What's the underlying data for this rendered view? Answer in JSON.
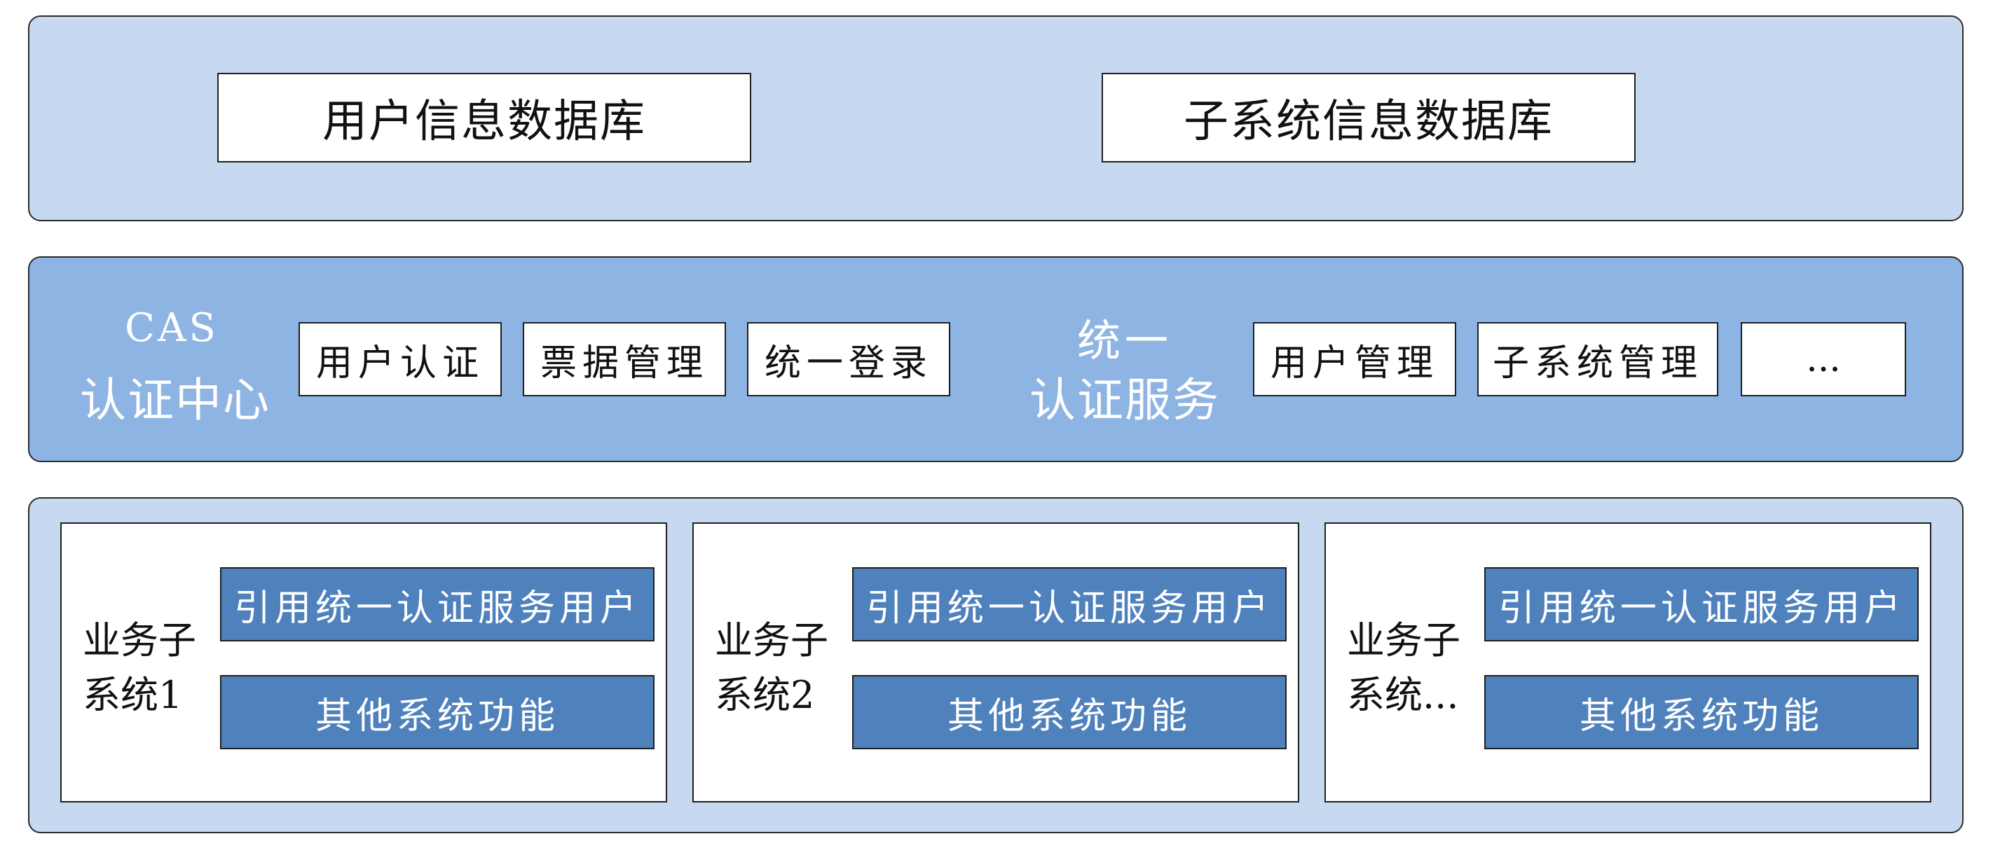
{
  "data_layer": {
    "boxes": [
      "用户信息数据库",
      "子系统信息数据库"
    ]
  },
  "auth_layer": {
    "cas_label": [
      "CAS",
      "认证中心"
    ],
    "cas_items": [
      "用户认证",
      "票据管理",
      "统一登录"
    ],
    "unified_label": [
      "统一",
      "认证服务"
    ],
    "unified_items": [
      "用户管理",
      "子系统管理",
      "..."
    ]
  },
  "business_layer": {
    "subsystems": [
      {
        "label": [
          "业务子",
          "系统1"
        ],
        "functions": [
          "引用统一认证服务用户",
          "其他系统功能"
        ]
      },
      {
        "label": [
          "业务子",
          "系统2"
        ],
        "functions": [
          "引用统一认证服务用户",
          "其他系统功能"
        ]
      },
      {
        "label": [
          "业务子",
          "系统..."
        ],
        "functions": [
          "引用统一认证服务用户",
          "其他系统功能"
        ]
      }
    ]
  },
  "colors": {
    "light_layer": "#c6d9f1",
    "mid_layer": "#8eb4e3",
    "accent_box": "#4f81bd"
  }
}
